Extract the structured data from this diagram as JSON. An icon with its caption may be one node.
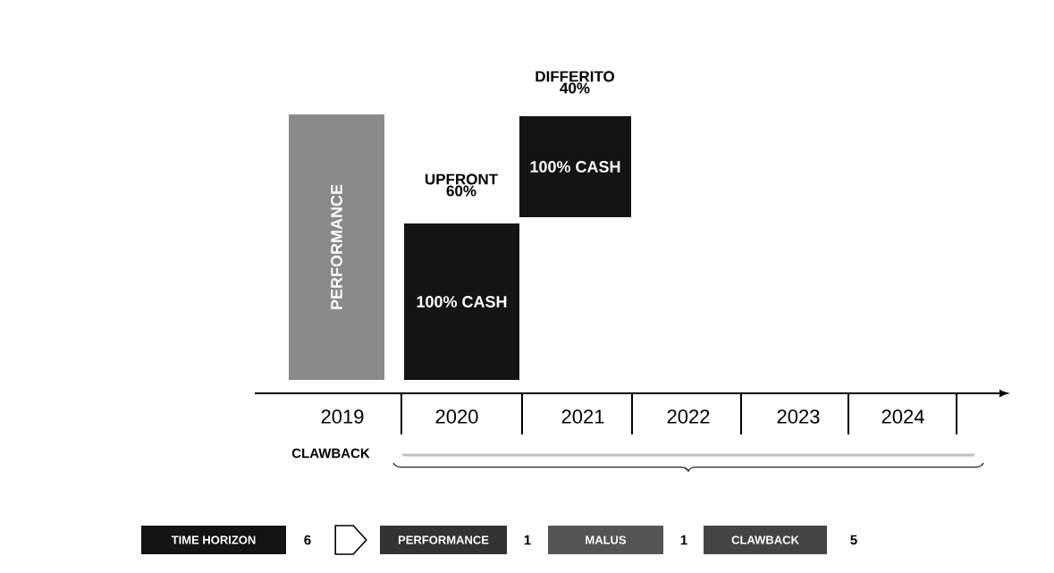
{
  "diagram": {
    "nodes": [
      {
        "text": [
          "PERFORMANCE"
        ]
      },
      {
        "text": [
          "100% CASH"
        ],
        "beside": [
          "UPFRONT 60%"
        ]
      },
      {
        "text": [
          "100% CASH"
        ],
        "beside": [
          "DIFFERITO 40%"
        ]
      },
      {
        "text": [
          "TIME HORIZON"
        ],
        "beside": [
          "6"
        ]
      },
      {
        "text": [
          "PERFORMANCE"
        ],
        "beside": [
          "1"
        ]
      },
      {
        "text": [
          "MALUS"
        ],
        "beside": [
          "1"
        ]
      },
      {
        "text": [
          "CLAWBACK"
        ],
        "beside": [
          "5"
        ]
      }
    ],
    "edges": [
      {
        "from": 3,
        "to": 4,
        "arrow": "to"
      }
    ],
    "labels": [
      "2019",
      "2020",
      "2021",
      "2022",
      "2023",
      "2024",
      "CLAWBACK"
    ]
  }
}
